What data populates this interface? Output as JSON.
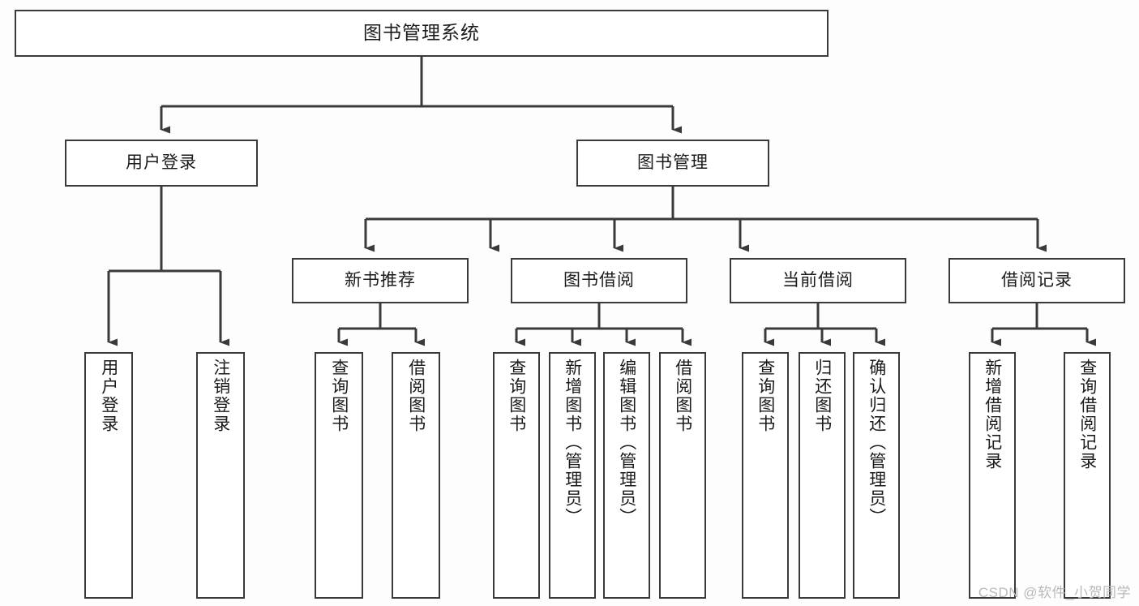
{
  "diagram": {
    "type": "tree-hierarchy",
    "title": "图书管理系统",
    "watermark": "CSDN @软件_小贺同学",
    "colors": {
      "line": "#3a3a3a",
      "box_border": "#3a3a3a",
      "box_fill": "#ffffff",
      "text": "#1b1b1b",
      "background": "#fdfdfd",
      "watermark": "#b9b9b9"
    },
    "root": {
      "label": "图书管理系统"
    },
    "level2": [
      {
        "label": "用户登录"
      },
      {
        "label": "图书管理"
      }
    ],
    "level3": [
      {
        "label": "新书推荐"
      },
      {
        "label": "图书借阅"
      },
      {
        "label": "当前借阅"
      },
      {
        "label": "借阅记录"
      }
    ],
    "leaves": {
      "user_login": [
        {
          "label": "用户登录"
        },
        {
          "label": "注销登录"
        }
      ],
      "new_book_recommend": [
        {
          "label": "查询图书"
        },
        {
          "label": "借阅图书"
        }
      ],
      "book_borrow": [
        {
          "label": "查询图书"
        },
        {
          "label": "新增图书（管理员）"
        },
        {
          "label": "编辑图书（管理员）"
        },
        {
          "label": "借阅图书"
        }
      ],
      "current_borrow": [
        {
          "label": "查询图书"
        },
        {
          "label": "归还图书"
        },
        {
          "label": "确认归还（管理员）"
        }
      ],
      "borrow_record": [
        {
          "label": "新增借阅记录"
        },
        {
          "label": "查询借阅记录"
        }
      ]
    }
  }
}
